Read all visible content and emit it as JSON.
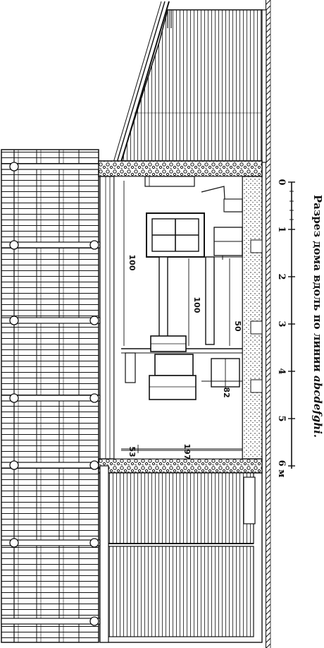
{
  "caption": {
    "text": "Разрез дома вдоль по линии ",
    "line_label": "abcdefghi."
  },
  "scale": {
    "ticks": [
      "0",
      "1",
      "2",
      "3",
      "4",
      "5",
      "6 м"
    ]
  },
  "dimensions": {
    "d1": "100",
    "d2": "100",
    "d3": "50",
    "d4": "82",
    "d5": "197",
    "d6": "53"
  }
}
